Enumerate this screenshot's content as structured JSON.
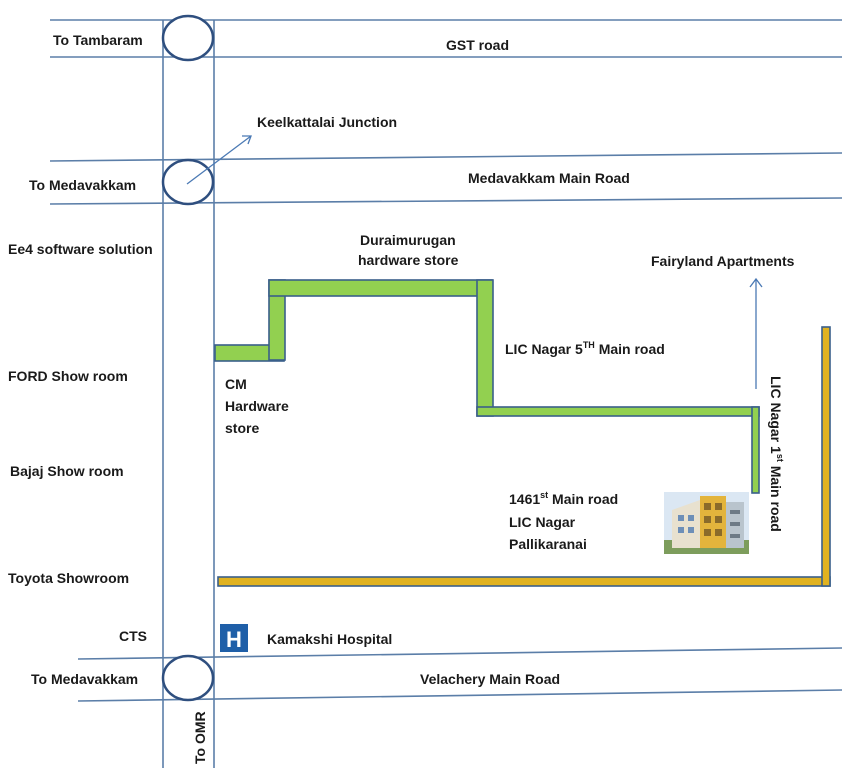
{
  "labels": {
    "to_tambaram": "To Tambaram",
    "gst_road": "GST road",
    "keelkattalai_junction": "Keelkattalai Junction",
    "to_medavakkam_top": "To Medavakkam",
    "medavakkam_main_road": "Medavakkam Main Road",
    "ee4_software": "Ee4 software solution",
    "duraimurugan_line1": "Duraimurugan",
    "duraimurugan_line2": "hardware store",
    "fairyland_apartments": "Fairyland  Apartments",
    "lic_5th_prefix": "LIC Nagar 5",
    "lic_5th_sup": "TH",
    "lic_5th_suffix": " Main road",
    "ford_showroom": "FORD Show room",
    "cm_line1": "CM",
    "cm_line2": "Hardware",
    "cm_line3": "store",
    "lic_1st_prefix": "LIC Nagar 1",
    "lic_1st_sup": "st",
    "lic_1st_suffix": " Main road",
    "bajaj_showroom": "Bajaj Show room",
    "address_line1_prefix": "1461",
    "address_line1_sup": "st",
    "address_line1_suffix": " Main road",
    "address_line2": "LIC Nagar",
    "address_line3": "Pallikaranai",
    "toyota_showroom": "Toyota Showroom",
    "cts": "CTS",
    "hospital_letter": "H",
    "kamakshi_hospital": "Kamakshi Hospital",
    "to_medavakkam_bottom": "To Medavakkam",
    "velachery_main_road": "Velachery Main Road",
    "to_omr": "To OMR"
  },
  "icons": {
    "hospital": "hospital-icon",
    "building": "apartment-building-icon"
  },
  "colors": {
    "road_line": "#5b7ea8",
    "green_road": "#92d050",
    "gold_road": "#e0b220",
    "hospital_bg": "#1f5fa8"
  }
}
